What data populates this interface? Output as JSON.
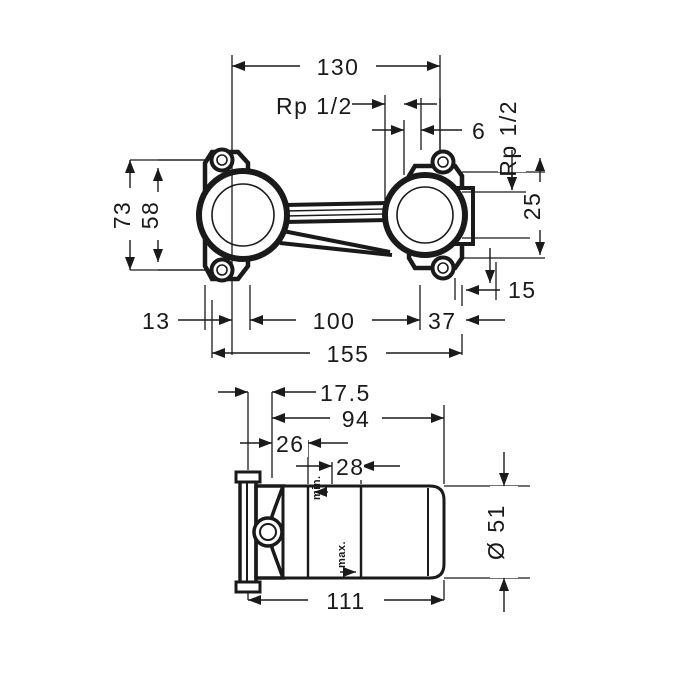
{
  "drawing": {
    "title": "Concealed wall-mounted mixer installation body - dimensioned technical drawing",
    "units": "mm",
    "line_color": "#1a1a1a",
    "background": "#ffffff",
    "views": [
      {
        "name": "front-view",
        "description": "Front elevation of two circular valve flanges joined by a bridge"
      },
      {
        "name": "side-view",
        "description": "Side elevation showing cylindrical body with min./max. wall depth range"
      }
    ],
    "dimensions": {
      "overall_width_130": "130",
      "thread_left": "Rp 1/2",
      "thread_right": "Rp 1/2",
      "gap_6": "6",
      "height_73": "73",
      "height_58": "58",
      "offset_25": "25",
      "offset_15": "15",
      "offset_13": "13",
      "span_100": "100",
      "span_37": "37",
      "overall_155": "155",
      "depth_17_5": "17.5",
      "depth_94": "94",
      "depth_26": "26",
      "depth_28": "28",
      "depth_111": "111",
      "diameter_51": "Ø 51",
      "min_label": "min.",
      "max_label": "max."
    }
  }
}
